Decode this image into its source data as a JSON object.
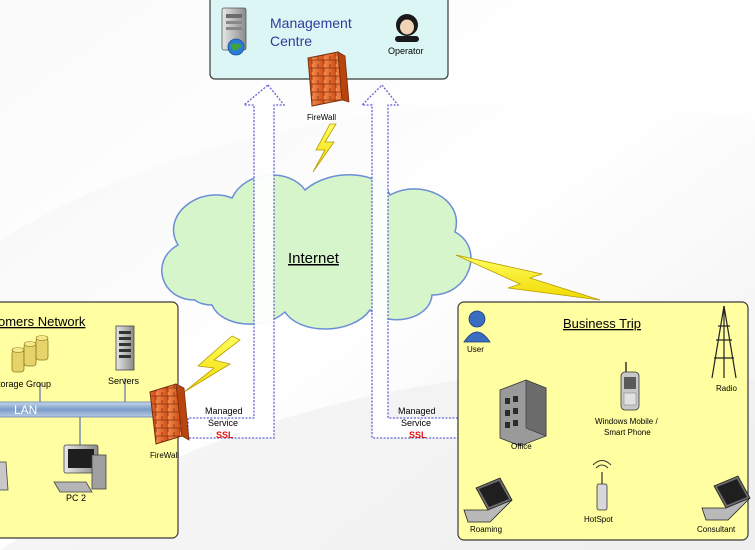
{
  "management": {
    "title_line1": "Management",
    "title_line2": "Centre",
    "operator": "Operator",
    "firewall": "FireWall"
  },
  "internet": {
    "label": "Internet"
  },
  "customers": {
    "title": "omers Network",
    "storage": "torage Group",
    "servers": "Servers",
    "lan": "LAN",
    "pc2": "PC 2",
    "firewall": "FireWall",
    "managed_line1": "Managed",
    "managed_line2": "Service",
    "ssl": "SSL"
  },
  "business": {
    "title": "Business Trip",
    "user": "User",
    "radio": "Radio",
    "office": "Office",
    "mobile_line1": "Windows Mobile /",
    "mobile_line2": "Smart Phone",
    "roaming": "Roaming",
    "hotspot": "HotSpot",
    "consultant": "Consultant",
    "managed_line1": "Managed",
    "managed_line2": "Service",
    "ssl": "SSL"
  },
  "colors": {
    "panel_yellow": "#fffea0",
    "panel_cyan": "#dcf6f6",
    "cloud_green": "#d7f6cc",
    "ssl_red": "#e01010",
    "lan_blue": "#9ab4d8",
    "firewall_orange": "#e8692a"
  }
}
